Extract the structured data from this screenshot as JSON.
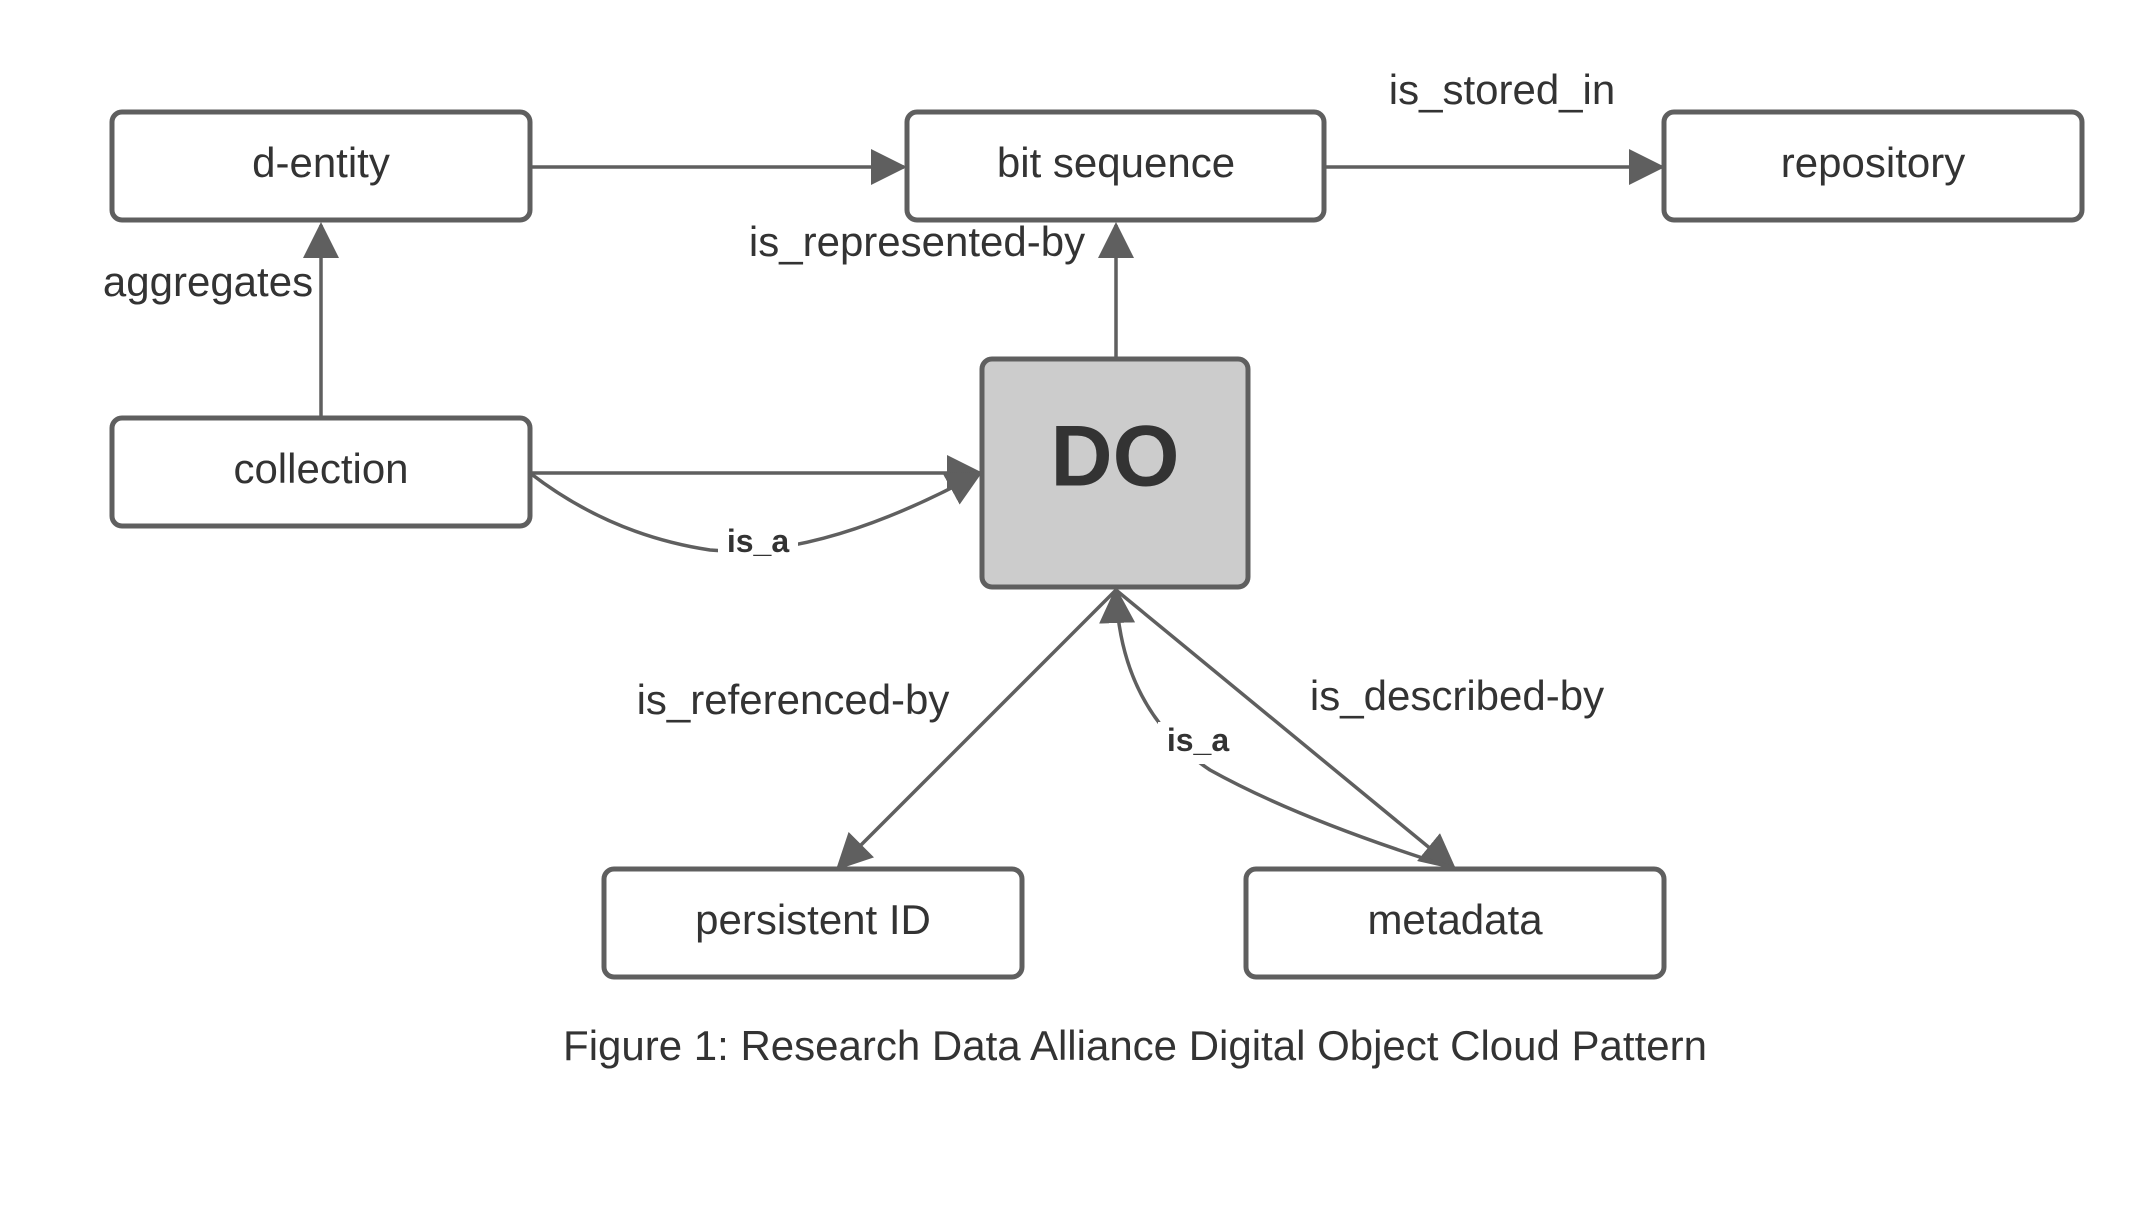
{
  "nodes": {
    "d_entity": "d-entity",
    "bit_sequence": "bit sequence",
    "repository": "repository",
    "collection": "collection",
    "do": "DO",
    "persistent_id": "persistent ID",
    "metadata": "metadata"
  },
  "edges": {
    "is_stored_in": "is_stored_in",
    "is_represented_by": "is_represented-by",
    "aggregates": "aggregates",
    "collection_is_a": "is_a",
    "is_referenced_by": "is_referenced-by",
    "is_described_by": "is_described-by",
    "metadata_is_a": "is_a"
  },
  "caption": "Figure 1: Research Data Alliance Digital Object Cloud Pattern",
  "colors": {
    "stroke": "#5f5f5f",
    "do_fill": "#cccccc",
    "text": "#333333"
  }
}
